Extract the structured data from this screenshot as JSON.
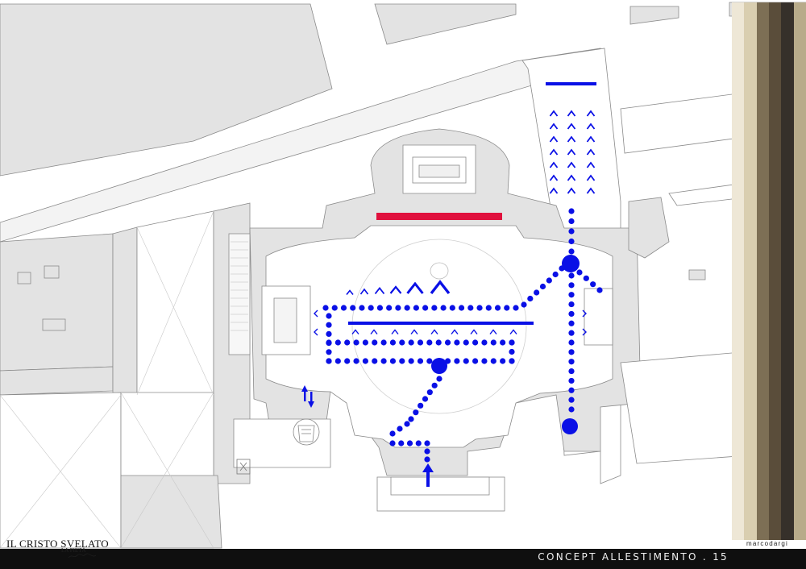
{
  "logo": {
    "title": "IL CRISTO SVELATO",
    "subtitle": "LA PIETÀ"
  },
  "brand": "marcodargi",
  "footer": {
    "title": "CONCEPT ALLESTIMENTO . 15"
  },
  "palette": [
    "#eee7d6",
    "#d9ceb0",
    "#7d6f55",
    "#5a4d3a",
    "#36302a",
    "#b8ab8a"
  ],
  "colors": {
    "path_blue": "#0a10e6",
    "accent_red": "#e0103d",
    "wall_fill": "#e3e3e3",
    "wall_stroke": "#8a8a8a"
  }
}
